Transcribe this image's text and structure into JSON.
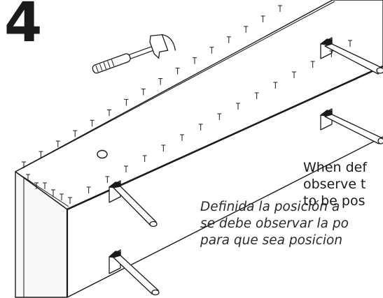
{
  "step": {
    "number": "4"
  },
  "tools": {
    "hammer": "hammer-icon"
  },
  "instructions": {
    "english": [
      "When def",
      "observe t",
      "to be pos"
    ],
    "spanish": [
      "Definida la posición a",
      "se debe observar la po",
      "para que sea posicion"
    ]
  },
  "colors": {
    "line": "#1a1a1a",
    "background": "#ffffff"
  }
}
